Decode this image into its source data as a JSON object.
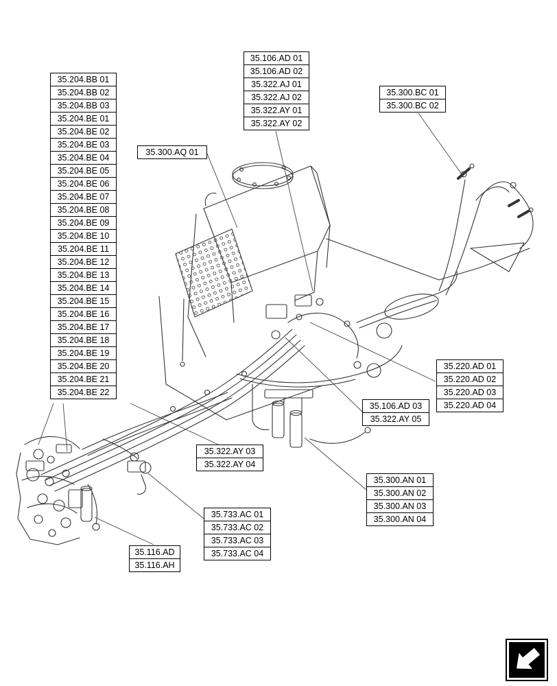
{
  "page": {
    "type": "parts-diagram"
  },
  "labels": {
    "left_column": [
      "35.204.BB 01",
      "35.204.BB 02",
      "35.204.BB 03",
      "35.204.BE 01",
      "35.204.BE 02",
      "35.204.BE 03",
      "35.204.BE 04",
      "35.204.BE 05",
      "35.204.BE 06",
      "35.204.BE 07",
      "35.204.BE 08",
      "35.204.BE 09",
      "35.204.BE 10",
      "35.204.BE 11",
      "35.204.BE 12",
      "35.204.BE 13",
      "35.204.BE 14",
      "35.204.BE 15",
      "35.204.BE 16",
      "35.204.BE 17",
      "35.204.BE 18",
      "35.204.BE 19",
      "35.204.BE 20",
      "35.204.BE 21",
      "35.204.BE 22"
    ],
    "top_center": [
      "35.106.AD 01",
      "35.106.AD 02",
      "35.322.AJ 01",
      "35.322.AJ 02",
      "35.322.AY 01",
      "35.322.AY 02"
    ],
    "top_right": [
      "35.300.BC 01",
      "35.300.BC 02"
    ],
    "platform": [
      "35.300.AQ 01"
    ],
    "right_mid": [
      "35.220.AD 01",
      "35.220.AD 02",
      "35.220.AD 03",
      "35.220.AD 04"
    ],
    "center_mid": [
      "35.106.AD 03",
      "35.322.AY 05"
    ],
    "center_left": [
      "35.322.AY 03",
      "35.322.AY 04"
    ],
    "bottom_center": [
      "35.733.AC 01",
      "35.733.AC 02",
      "35.733.AC 03",
      "35.733.AC 04"
    ],
    "bottom_right": [
      "35.300.AN 01",
      "35.300.AN 02",
      "35.300.AN 03",
      "35.300.AN 04"
    ],
    "bottom_left": [
      "35.116.AD",
      "35.116.AH"
    ]
  },
  "icons": {
    "nav_arrow": "continuation-arrow"
  },
  "colors": {
    "line": "#333333",
    "label_border": "#000000",
    "background": "#ffffff"
  }
}
